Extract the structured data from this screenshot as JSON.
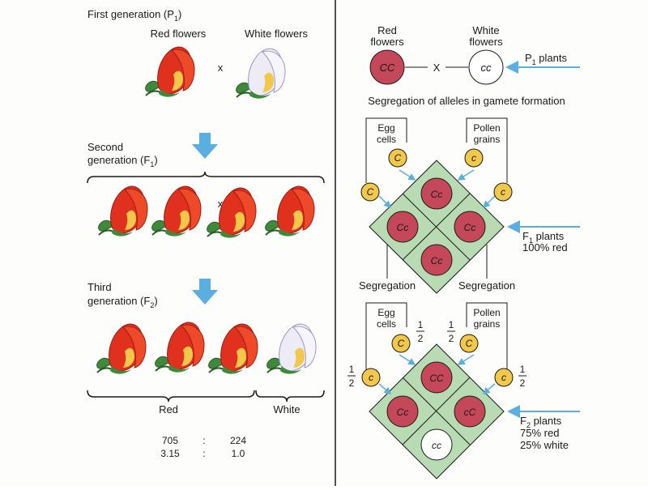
{
  "left_panel": {
    "p1_title": "First generation (P",
    "p1_sub": "1",
    "p1_close": ")",
    "red_flowers": "Red flowers",
    "white_flowers": "White flowers",
    "cross1": "x",
    "f1_line1": "Second",
    "f1_line2": "generation (F",
    "f1_sub": "1",
    "f1_close": ")",
    "cross2": "x",
    "f2_line1": "Third",
    "f2_line2": "generation (F",
    "f2_sub": "2",
    "f2_close": ")",
    "red_label": "Red",
    "white_label": "White",
    "count_red": "705",
    "count_sep": ":",
    "count_white": "224",
    "ratio_red": "3.15",
    "ratio_sep": ":",
    "ratio_white": "1.0"
  },
  "right_panel": {
    "red_flowers_l1": "Red",
    "red_flowers_l2": "flowers",
    "white_flowers_l1": "White",
    "white_flowers_l2": "flowers",
    "parent_red_genotype": "CC",
    "parent_white_genotype": "cc",
    "cross": "— X —",
    "p1_plants": "P",
    "p1_sub": "1",
    "p1_rest": " plants",
    "segregation_gametes": "Segregation of alleles in gamete formation",
    "egg_cells_l1": "Egg",
    "egg_cells_l2": "cells",
    "pollen_l1": "Pollen",
    "pollen_l2": "grains",
    "gamete_C": "C",
    "gamete_c": "c",
    "f1_cells": [
      "Cc",
      "Cc",
      "Cc",
      "Cc"
    ],
    "f1_plants": "F",
    "f1_sub": "1",
    "f1_rest": " plants",
    "f1_pct": "100% red",
    "segregation_left": "Segregation",
    "segregation_right": "Segregation",
    "egg_cells2_l1": "Egg",
    "egg_cells2_l2": "cells",
    "pollen2_l1": "Pollen",
    "pollen2_l2": "grains",
    "half_num": "1",
    "half_den": "2",
    "f2_cells": [
      "CC",
      "Cc",
      "cC",
      "cc"
    ],
    "f2_plants": "F",
    "f2_sub": "2",
    "f2_rest": " plants",
    "f2_red": "75% red",
    "f2_white": "25% white"
  },
  "colors": {
    "red_circle": "#c4475a",
    "gamete": "#f2c84b",
    "square": "#b9dbb3",
    "arrow_blue": "#5aaee0",
    "petal_red": "#e0301e",
    "leaf_green": "#3f8a3a"
  }
}
